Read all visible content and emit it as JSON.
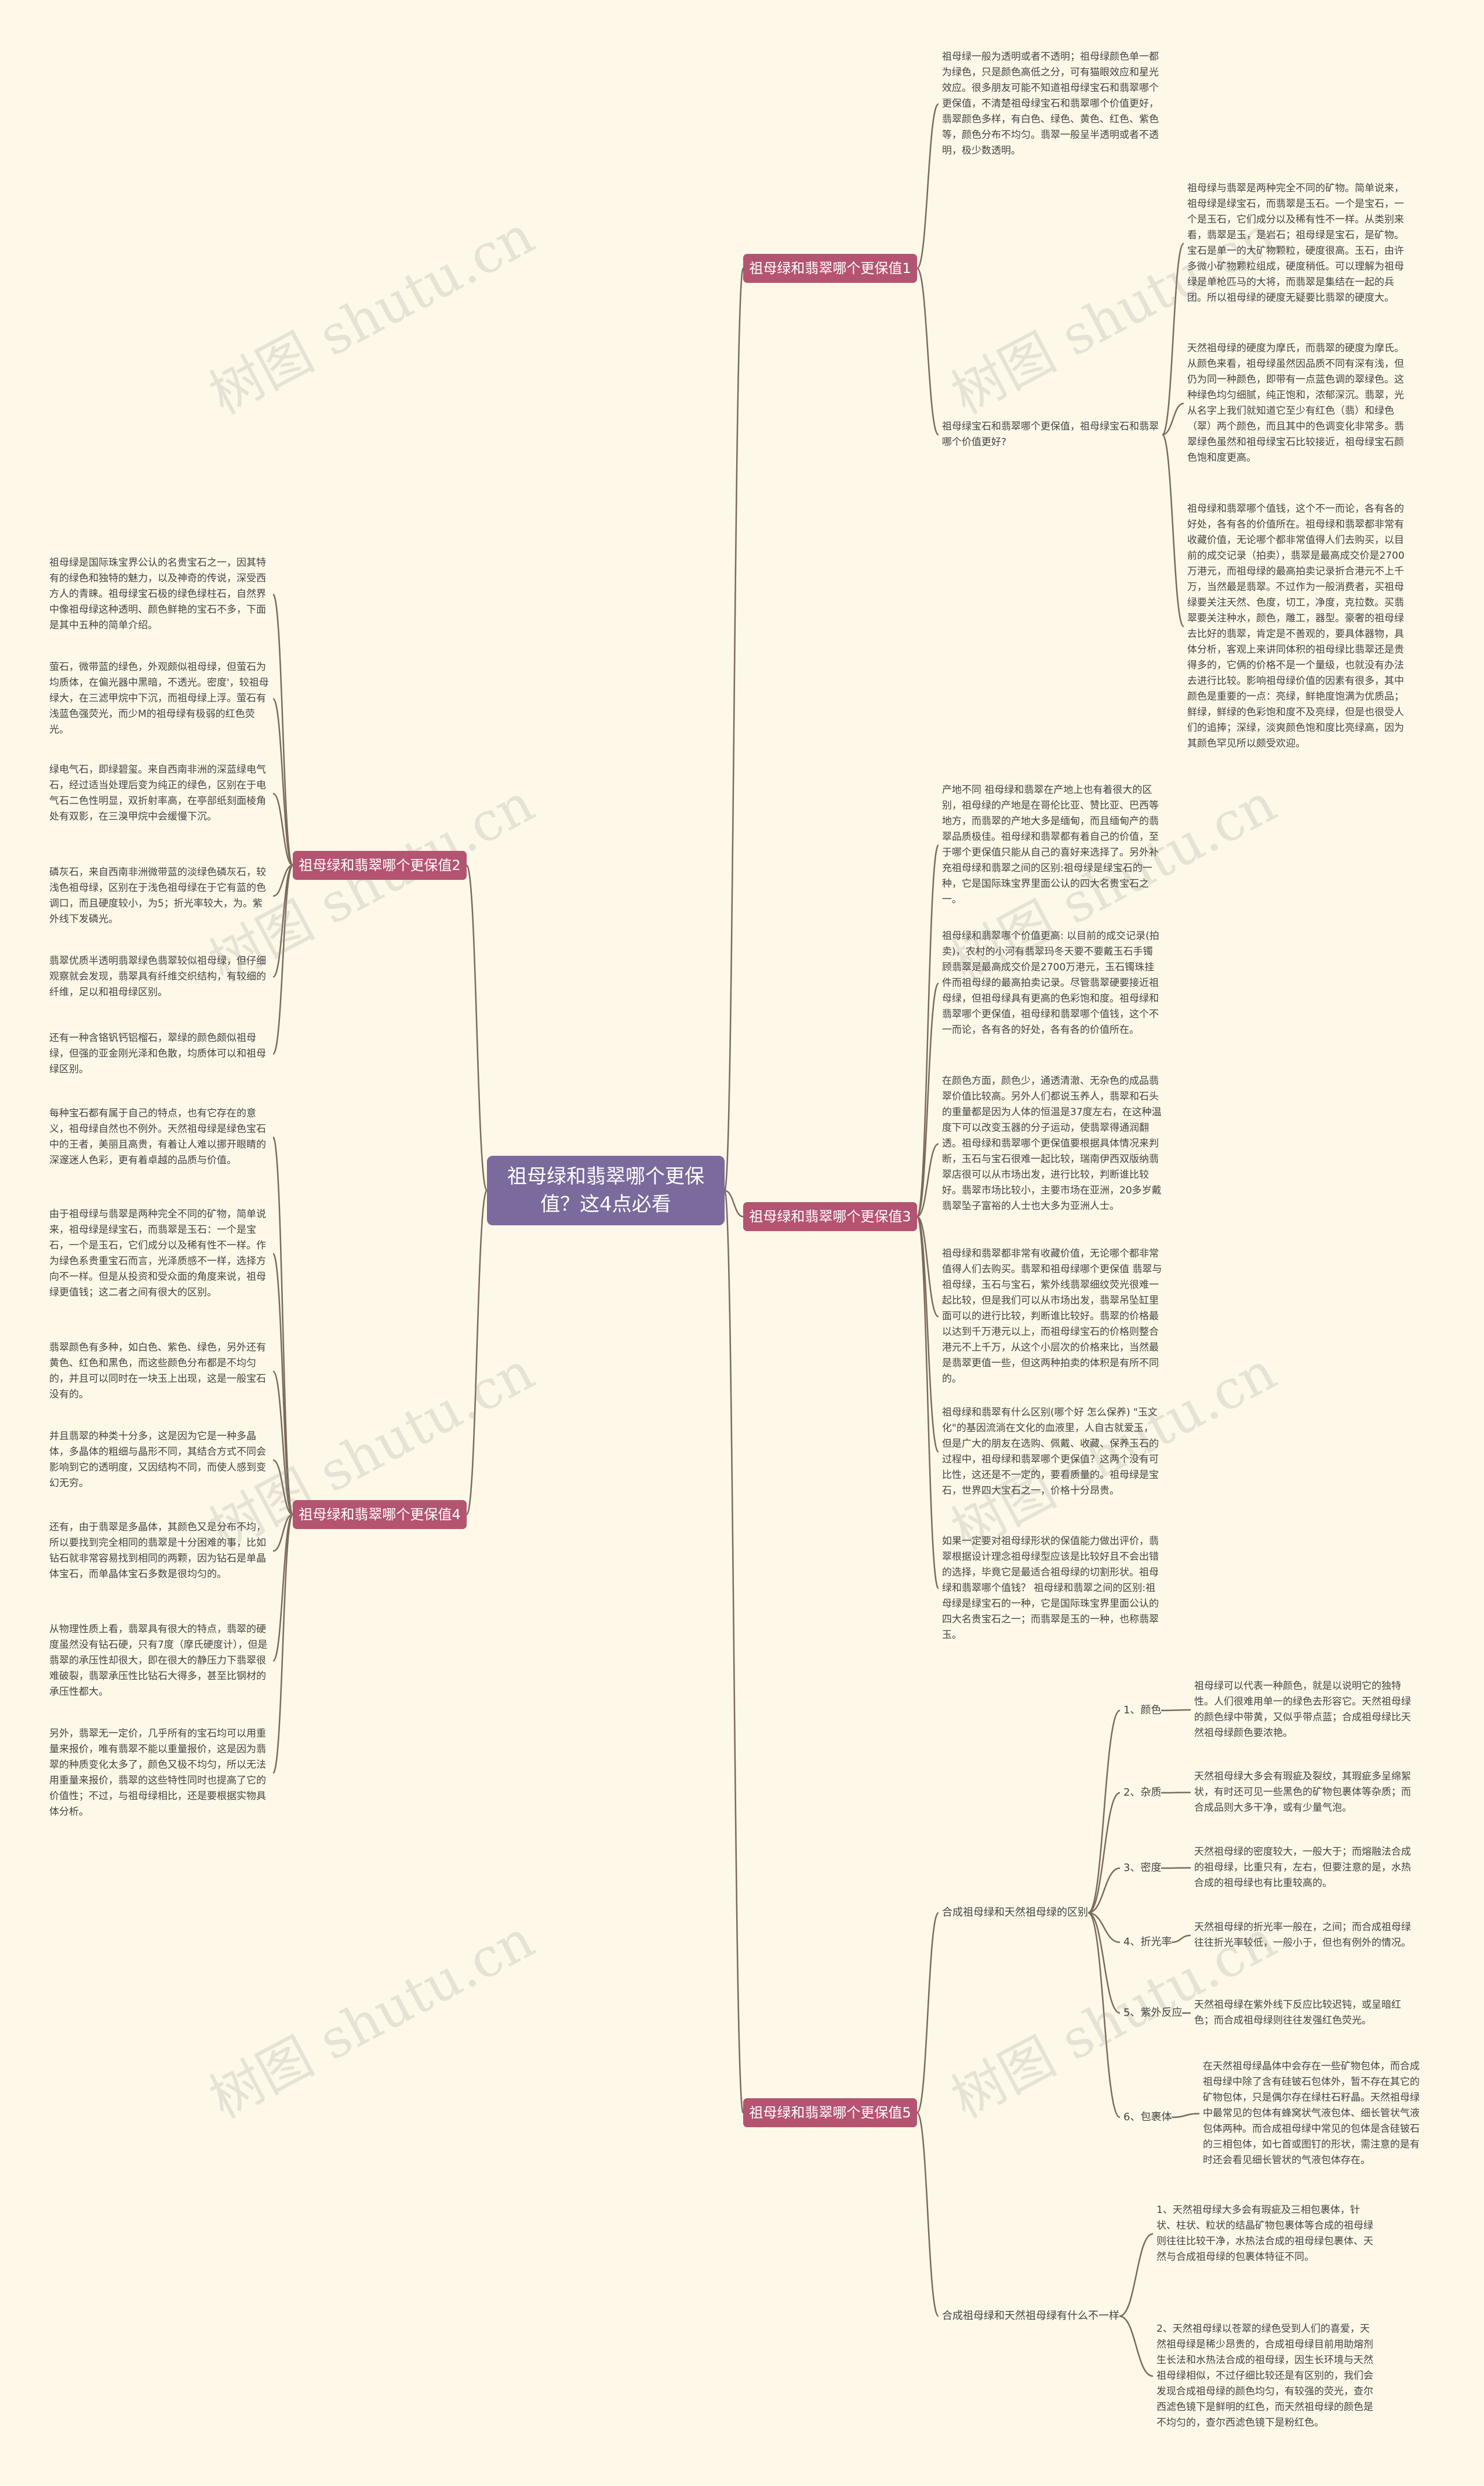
{
  "center": "祖母绿和翡翠哪个更保值？这4点必看",
  "watermark": "树图 shutu.cn",
  "branches": [
    {
      "label": "祖母绿和翡翠哪个更保值1",
      "topics": [
        "祖母绿一般为透明或者不透明；祖母绿颜色单一都为绿色，只是颜色高低之分，可有猫眼效应和星光效应。很多朋友可能不知道祖母绿宝石和翡翠哪个更保值，不清楚祖母绿宝石和翡翠哪个价值更好，翡翠颜色多样，有白色、绿色、黄色、红色、紫色等，颜色分布不均匀。翡翠一般呈半透明或者不透明，极少数透明。"
      ],
      "sub_label": "祖母绿宝石和翡翠哪个更保值，祖母绿宝石和翡翠哪个价值更好?",
      "subtopics": [
        "祖母绿与翡翠是两种完全不同的矿物。简单说来，祖母绿是绿宝石，而翡翠是玉石。一个是宝石，一个是玉石，它们成分以及稀有性不一样。从类别来看，翡翠是玉，是岩石；祖母绿是宝石，是矿物。宝石是单一的大矿物颗粒，硬度很高。玉石，由许多微小矿物颗粒组成，硬度稍低。可以理解为祖母绿是单枪匹马的大将，而翡翠是集结在一起的兵团。所以祖母绿的硬度无疑要比翡翠的硬度大。",
        "天然祖母绿的硬度为摩氏，而翡翠的硬度为摩氏。从颜色来看，祖母绿虽然因品质不同有深有浅，但仍为同一种颜色，即带有一点蓝色调的翠绿色。这种绿色均匀细腻，纯正饱和，浓郁深沉。翡翠，光从名字上我们就知道它至少有红色（翡）和绿色（翠）两个颜色，而且其中的色调变化非常多。翡翠绿色虽然和祖母绿宝石比较接近，祖母绿宝石颜色饱和度更高。",
        "祖母绿和翡翠哪个值钱，这个不一而论，各有各的好处，各有各的价值所在。祖母绿和翡翠都非常有收藏价值，无论哪个都非常值得人们去购买，以目前的成交记录（拍卖），翡翠是最高成交价是2700万港元，而祖母绿的最高拍卖记录折合港元不上千万，当然最是翡翠。不过作为一般消费者，买祖母绿要关注天然、色度，切工，净度，克拉数。买翡翠要关注种水，颜色，雕工，器型。豪奢的祖母绿去比好的翡翠，肯定是不善观的，要具体器物，具体分析，客观上来讲同体积的祖母绿比翡翠还是贵得多的，它俩的价格不是一个量级，也就没有办法去进行比较。影响祖母绿价值的因素有很多，其中颜色是重要的一点：亮绿，鲜艳度饱满为优质品；鲜绿，鲜绿的色彩饱和度不及亮绿，但是也很受人们的追捧；深绿，淡爽颜色饱和度比亮绿高，因为其颜色罕见所以颇受欢迎。"
      ]
    },
    {
      "label": "祖母绿和翡翠哪个更保值2",
      "topics": [
        "祖母绿是国际珠宝界公认的名贵宝石之一，因其特有的绿色和独特的魅力，以及神奇的传说，深受西方人的青睐。祖母绿宝石极的绿色绿柱石，自然界中像祖母绿这种透明、颜色鲜艳的宝石不多，下面是其中五种的简单介绍。",
        "萤石，微带蓝的绿色，外观颇似祖母绿，但萤石为均质体，在偏光器中黑暗，不透光。密度'，较祖母绿大，在三滤甲烷中下沉，而祖母绿上浮。萤石有浅蓝色强荧光，而少M的祖母绿有极弱的红色荧光。",
        "绿电气石，即绿碧玺。来自西南非洲的深蓝绿电气石，经过适当处理后变为纯正的绿色，区别在于电气石二色性明显，双折射率高，在亭部纸刻面棱角处有双影，在三溴甲烷中会缓慢下沉。",
        "磷灰石，来自西南非洲微带蓝的淡绿色磷灰石，较浅色祖母绿，区别在于浅色祖母绿在于它有蓝的色调口，而且硬度较小，为5；折光率较大，为。紫外线下发磷光。",
        "翡翠优质半透明翡翠绿色翡翠较似祖母绿，但仔细观察就会发现，翡翠具有纤维交织结构，有较细的纤维，足以和祖母绿区别。",
        "还有一种含铬钒钙铝榴石，翠绿的颜色颇似祖母绿，但强的亚金刚光泽和色散，均质体可以和祖母绿区别。"
      ]
    },
    {
      "label": "祖母绿和翡翠哪个更保值3",
      "topics": [
        "产地不同 祖母绿和翡翠在产地上也有着很大的区别，祖母绿的产地是在哥伦比亚、赞比亚、巴西等地方，而翡翠的产地大多是缅甸，而且缅甸产的翡翠品质极佳。祖母绿和翡翠都有着自己的价值，至于哪个更保值只能从自己的喜好来选择了。另外补充祖母绿和翡翠之间的区别:祖母绿是绿宝石的一种，它是国际珠宝界里面公认的四大名贵宝石之一。",
        "祖母绿和翡翠哪个价值更高: 以目前的成交记录(拍卖)，农村的小河有翡翠玛冬天要不要戴玉石手镯顾翡翠是最高成交价是2700万港元，玉石镯珠挂件而祖母绿的最高拍卖记录。尽管翡翠硬要接近祖母绿，但祖母绿具有更高的色彩饱和度。祖母绿和翡翠哪个更保值，祖母绿和翡翠哪个值钱，这个不一而论，各有各的好处，各有各的价值所在。",
        "在颜色方面，颜色少，通透清澈、无杂色的成品翡翠价值比较高。另外人们都说玉养人，翡翠和石头的重量都是因为人体的恒温是37度左右，在这种温度下可以改变玉器的分子运动，使翡翠得通润翻透。祖母绿和翡翠哪个更保值要根据具体情况来判断，玉石与宝石很难一起比较，瑞南伊西双版纳翡翠店很可以从市场出发，进行比较，判断谁比较好。翡翠市场比较小，主要市场在亚洲，20多岁戴翡翠坠子富裕的人士也大多为亚洲人士。",
        "祖母绿和翡翠都非常有收藏价值，无论哪个都非常值得人们去购买。翡翠和祖母绿哪个更保值 翡翠与祖母绿，玉石与宝石，紫外线翡翠细纹荧光很难一起比较，但是我们可以从市场出发，翡翠吊坠缸里面可以的进行比较，判断谁比较好。翡翠的价格最以达到千万港元以上，而祖母绿宝石的价格则整合港元不上千万，从这个小层次的价格来比，当然最是翡翠更值一些，但这两种拍卖的体积是有所不同的。",
        "祖母绿和翡翠有什么区别(哪个好 怎么保养) \"玉文化\"的基因流淌在文化的血液里，人自古就爱玉，但是广大的朋友在选购、佩戴、收藏、保养玉石的过程中，祖母绿和翡翠哪个更保值？这两个没有可比性，这还是不一定的，要看质量的。祖母绿是宝石，世界四大宝石之一，价格十分昂贵。",
        "如果一定要对祖母绿形状的保值能力做出评价，翡翠根据设计理念祖母绿型应该是比较好且不会出错的选择，毕竟它是最适合祖母绿的切割形状。祖母绿和翡翠哪个值钱？ 祖母绿和翡翠之间的区别:祖母绿是绿宝石的一种，它是国际珠宝界里面公认的四大名贵宝石之一；而翡翠是玉的一种，也称翡翠玉。"
      ]
    },
    {
      "label": "祖母绿和翡翠哪个更保值4",
      "topics": [
        "每种宝石都有属于自己的特点，也有它存在的意义，祖母绿自然也不例外。天然祖母绿是绿色宝石中的王者，美丽且高贵，有着让人难以挪开眼睛的深邃迷人色彩，更有着卓越的品质与价值。",
        "由于祖母绿与翡翠是两种完全不同的矿物，简单说来，祖母绿是绿宝石，而翡翠是玉石：一个是宝石，一个是玉石，它们成分以及稀有性不一样。作为绿色系贵重宝石而言，光泽质感不一样，选择方向不一样。但是从投资和受众面的角度来说，祖母绿更值钱；这二者之间有很大的区别。",
        "翡翠颜色有多种，如白色、紫色、绿色，另外还有黄色、红色和黑色，而这些颜色分布都是不均匀的，并且可以同时在一块玉上出现，这是一般宝石没有的。",
        "并且翡翠的种类十分多，这是因为它是一种多晶体，多晶体的粗细与晶形不同，其结合方式不同会影响到它的透明度，又因结构不同，而使人感到变幻无穷。",
        "还有，由于翡翠是多晶体，其颜色又是分布不均，所以要找到完全相同的翡翠是十分困难的事，比如钻石就非常容易找到相同的两颗，因为钻石是单晶体宝石，而单晶体宝石多数是很均匀的。",
        "从物理性质上看，翡翠具有很大的特点，翡翠的硬度虽然没有钻石硬，只有7度（摩氏硬度计），但是翡翠的承压性却很大，即在很大的静压力下翡翠很难破裂，翡翠承压性比钻石大得多，甚至比钢材的承压性都大。",
        "另外，翡翠无一定价，几乎所有的宝石均可以用重量来报价，唯有翡翠不能以重量报价，这是因为翡翠的种质变化太多了，颜色又极不均匀，所以无法用重量来报价，翡翠的这些特性同时也提高了它的价值性；不过，与祖母绿相比，还是要根据实物具体分析。"
      ]
    },
    {
      "label": "祖母绿和翡翠哪个更保值5",
      "group1_label": "合成祖母绿和天然祖母绿的区别",
      "items": [
        {
          "label": "1、颜色",
          "text": "祖母绿可以代表一种颜色，就是以说明它的独特性。人们很难用单一的绿色去形容它。天然祖母绿的颜色绿中带黄，又似乎带点蓝；合成祖母绿比天然祖母绿颜色要浓艳。"
        },
        {
          "label": "2、杂质",
          "text": "天然祖母绿大多会有瑕疵及裂纹，其瑕疵多呈绵絮状，有时还可见一些黑色的矿物包裹体等杂质；而合成品则大多干净，或有少量气泡。"
        },
        {
          "label": "3、密度",
          "text": "天然祖母绿的密度较大，一般大于；而熔融法合成的祖母绿，比重只有，左右，但要注意的是，水热合成的祖母绿也有比重较高的。"
        },
        {
          "label": "4、折光率",
          "text": "天然祖母绿的折光率一般在，之间；而合成祖母绿往往折光率较低，一般小于，但也有例外的情况。"
        },
        {
          "label": "5、紫外反应",
          "text": "天然祖母绿在紫外线下反应比较迟钝，或呈暗红色；而合成祖母绿则往往发强红色荧光。"
        },
        {
          "label": "6、包裹体",
          "text": "在天然祖母绿晶体中会存在一些矿物包体，而合成祖母绿中除了含有硅铍石包体外，暂不存在其它的矿物包体，只是偶尔存在绿柱石籽晶。天然祖母绿中最常见的包体有蜂窝状气液包体、细长管状气液包体两种。而合成祖母绿中常见的包体是含硅铍石的三相包体，如七首或图钉的形状，需注意的是有时还会看见细长管状的气液包体存在。"
        }
      ],
      "group2_label": "合成祖母绿和天然祖母绿有什么不一样",
      "group2_texts": [
        "1、天然祖母绿大多会有瑕疵及三相包裹体，针状、柱状、粒状的结晶矿物包裹体等合成的祖母绿则往往比较干净，水热法合成的祖母绿包裹体、天然与合成祖母绿的包裹体特征不同。",
        "2、天然祖母绿以苍翠的绿色受到人们的喜爱，天然祖母绿是稀少昂贵的，合成祖母绿目前用助熔剂生长法和水热法合成的祖母绿，因生长环境与天然祖母绿相似，不过仔细比较还是有区别的，我们会发现合成祖母绿的颜色均匀，有较强的荧光，查尔西滤色镜下是鲜明的红色，而天然祖母绿的颜色是不均匀的，查尔西滤色镜下是粉红色。"
      ]
    }
  ]
}
